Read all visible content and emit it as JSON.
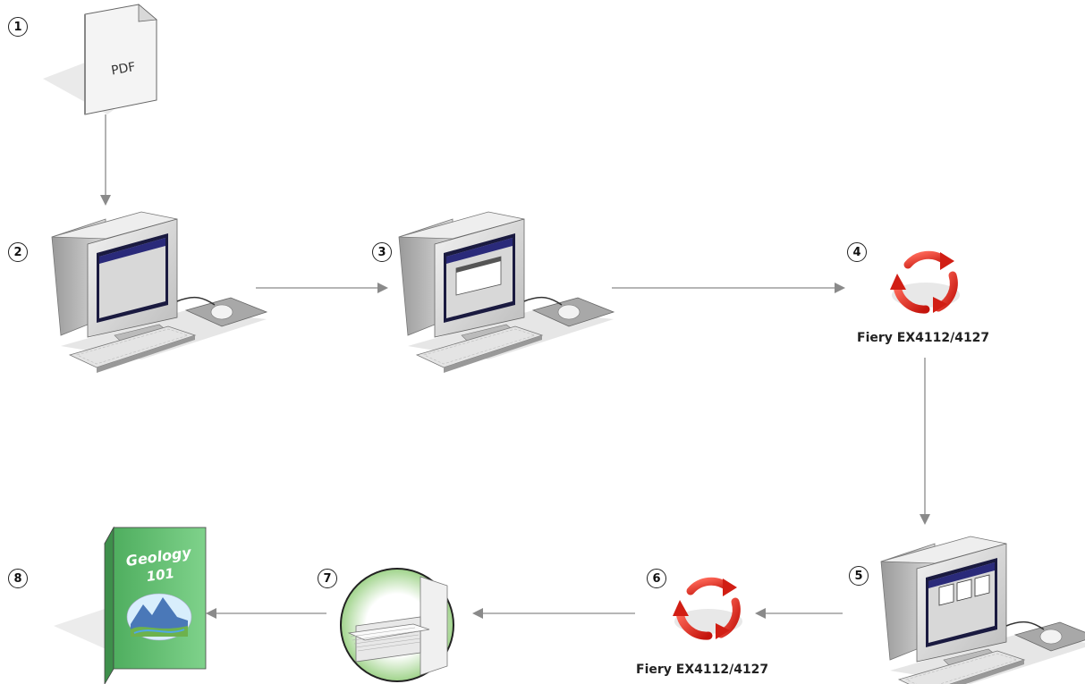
{
  "steps": [
    {
      "number": "1"
    },
    {
      "number": "2"
    },
    {
      "number": "3"
    },
    {
      "number": "4",
      "label": "Fiery EX4112/4127"
    },
    {
      "number": "5"
    },
    {
      "number": "6",
      "label": "Fiery EX4112/4127"
    },
    {
      "number": "7"
    },
    {
      "number": "8"
    }
  ],
  "pdf_doc": {
    "text": "PDF"
  },
  "book": {
    "title_line1": "Geology",
    "title_line2": "101"
  },
  "colors": {
    "arrow": "#8a8a8a",
    "cycle_arrow": "#e02a1f",
    "book_cover": "#6cc47a",
    "circle_fill": "#cfe9bf"
  },
  "icons": [
    "pdf-document-icon",
    "computer-workstation-icon",
    "fiery-server-cycle-icon",
    "printed-sheets-icon",
    "book-icon"
  ]
}
